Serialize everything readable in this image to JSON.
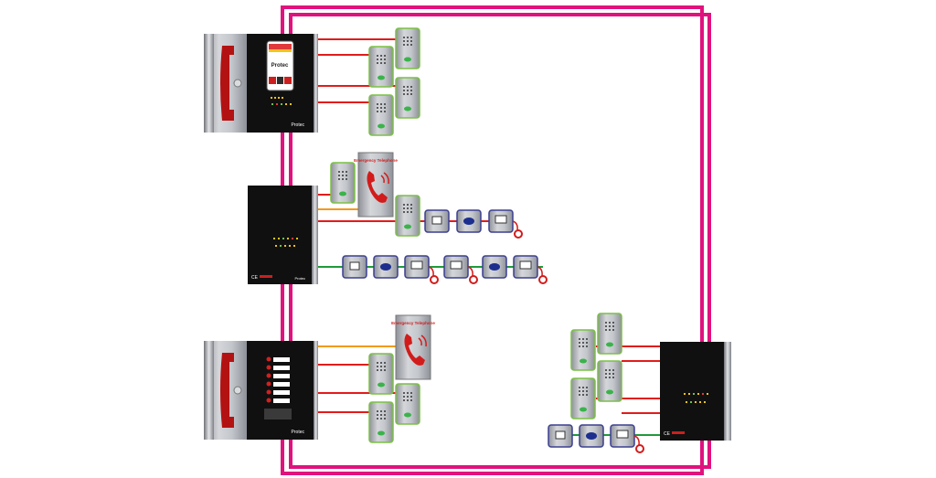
{
  "brand": "Protec",
  "labels": {
    "panel_a": "Protec",
    "panel_b": "Protec",
    "panel_c": "Protec",
    "refuge_sign_1": "Emergency Telephone",
    "refuge_sign_2": "Emergency Telephone",
    "ce_mark_1": "CE",
    "ce_mark_2": "CE"
  },
  "colors": {
    "ring": "#e0127e",
    "red_wire": "#e21b1b",
    "orange_wire": "#f29a1c",
    "green_wire": "#1f9a3a",
    "outstation_border": "#7ac143",
    "panel_black": "#101010",
    "steel": "#b9bcc2",
    "handset_red": "#b31212",
    "callpoint_border": "#3b3f8f"
  }
}
